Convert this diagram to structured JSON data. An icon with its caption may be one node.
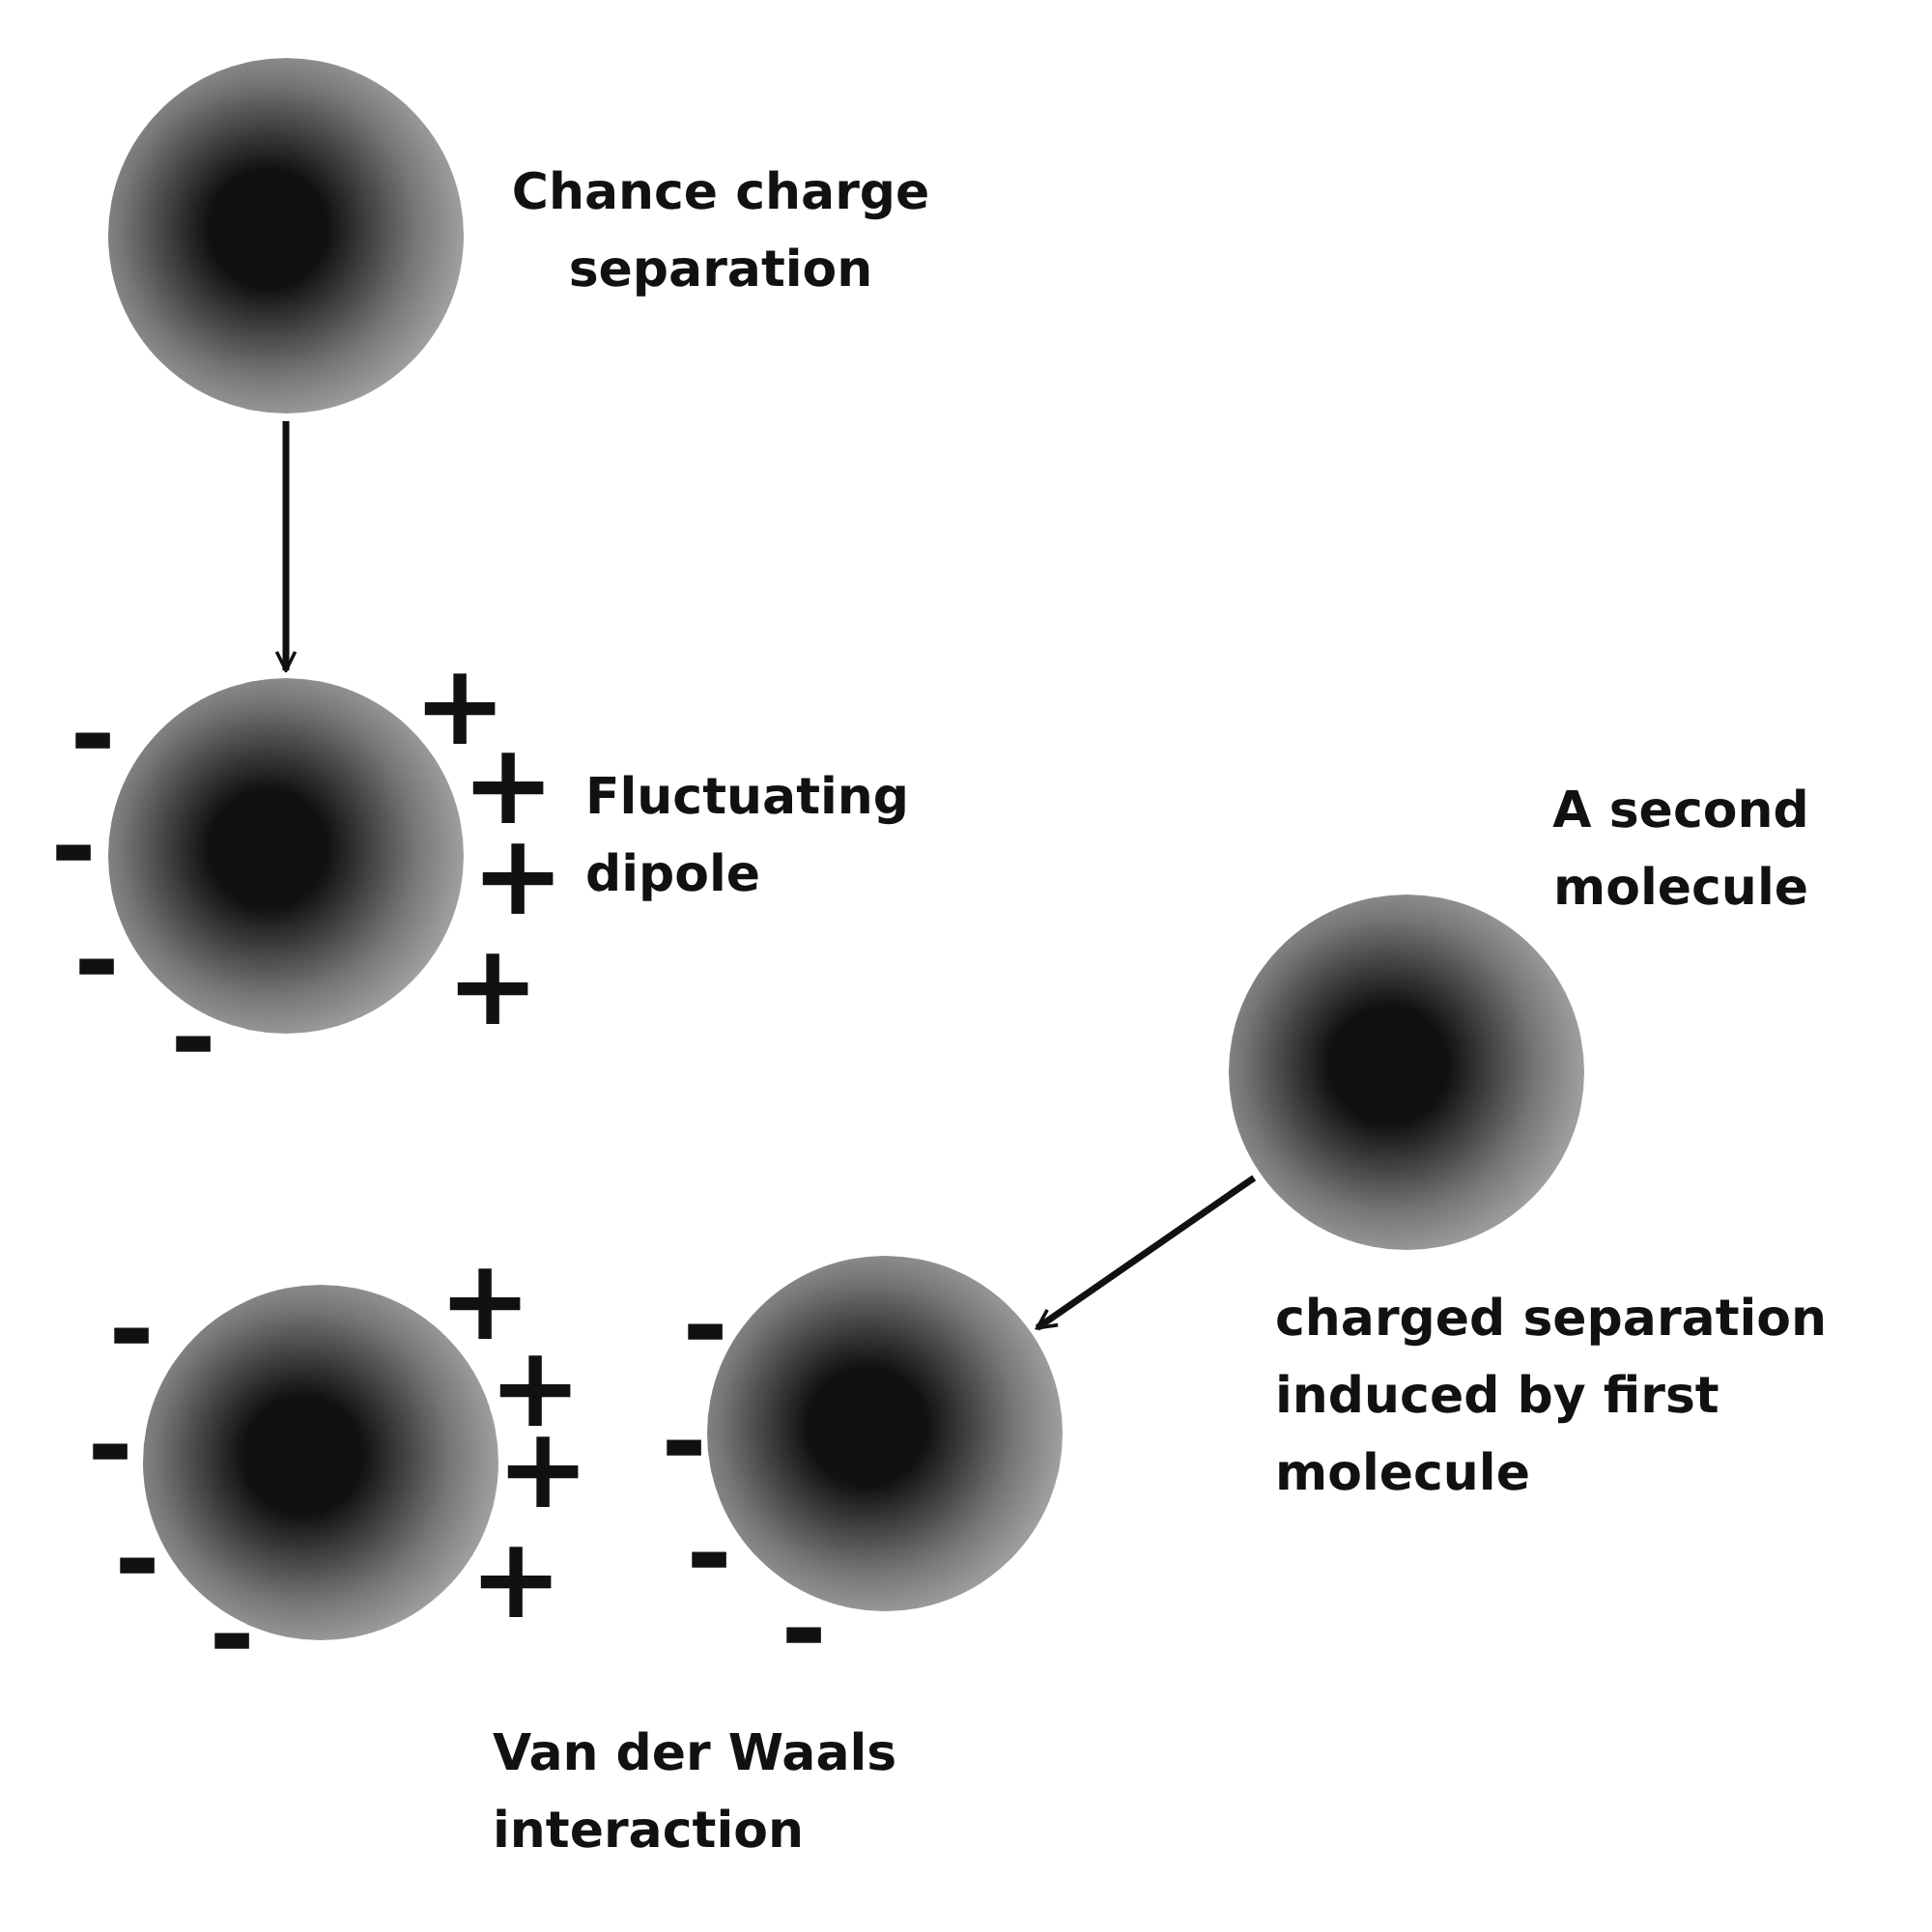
{
  "diagram": {
    "nodes": [
      {
        "text": [],
        "shape": "circle",
        "beside": [
          "Chance charge separation"
        ]
      },
      {
        "text": [],
        "shape": "circle",
        "beside": [
          "Fluctuating dipole"
        ]
      },
      {
        "text": [],
        "shape": "circle",
        "beside": [
          "A second molecule"
        ]
      },
      {
        "text": [],
        "shape": "circle"
      },
      {
        "text": [],
        "shape": "circle"
      }
    ],
    "edges": [
      {
        "from": 0,
        "to": 1,
        "arrow": "to"
      },
      {
        "from": 2,
        "to": 4,
        "arrow": "to"
      }
    ],
    "labels": [
      "-",
      "-",
      "-",
      "-",
      "+",
      "+",
      "+",
      "+",
      "-",
      "-",
      "-",
      "-",
      "+",
      "+",
      "+",
      "+",
      "-",
      "-",
      "-",
      "-",
      "Van der Waals interaction",
      "charged separation induced by first molecule"
    ]
  }
}
